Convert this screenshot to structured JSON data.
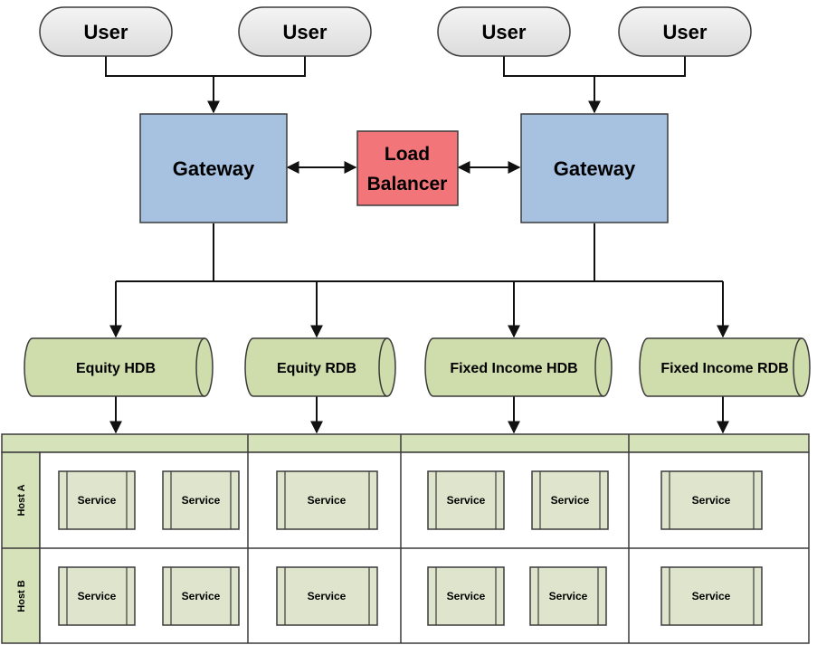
{
  "users": [
    "User",
    "User",
    "User",
    "User"
  ],
  "gateways": [
    "Gateway",
    "Gateway"
  ],
  "load_balancer": {
    "line1": "Load",
    "line2": "Balancer"
  },
  "databases": [
    "Equity HDB",
    "Equity RDB",
    "Fixed Income HDB",
    "Fixed Income RDB"
  ],
  "hosts": [
    "Host A",
    "Host B"
  ],
  "service_label": "Service",
  "colors": {
    "user_fill": "#e6e6e6",
    "gateway_fill": "#a7c2e1",
    "load_balancer_fill": "#f2757a",
    "db_fill": "#cfdcab",
    "grid_header_fill": "#d6e2b9",
    "service_fill": "#dfe5cc",
    "stroke": "#3b3b3b"
  }
}
